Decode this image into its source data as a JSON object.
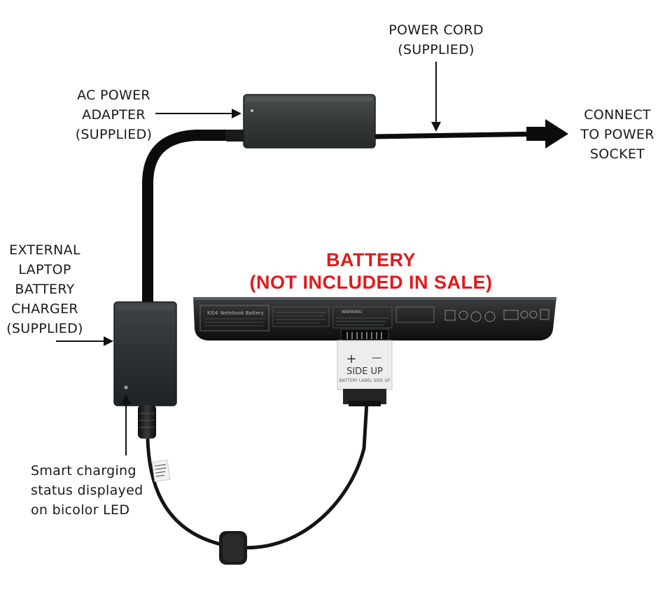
{
  "labels": {
    "power_cord": [
      "POWER CORD",
      "(SUPPLIED)"
    ],
    "ac_adapter": [
      "AC POWER",
      "ADAPTER",
      "(SUPPLIED)"
    ],
    "connect": [
      "CONNECT",
      "TO POWER",
      "SOCKET"
    ],
    "external_charger": [
      "EXTERNAL",
      "LAPTOP",
      "BATTERY",
      "CHARGER",
      "(SUPPLIED)"
    ],
    "battery_title": [
      "BATTERY",
      "(NOT INCLUDED IN SALE)"
    ],
    "smart_charging": [
      "Smart charging",
      "status displayed",
      "on bicolor LED"
    ]
  },
  "battery_label": {
    "model": "KI04",
    "brand": "Notebook Battery",
    "warning": "WARNING"
  },
  "connector": {
    "plus": "+",
    "minus": "—",
    "side_up": "SIDE UP",
    "sub": "BATTERY LABEL SIDE UP"
  },
  "colors": {
    "label_text": "#1a1a1a",
    "highlight_red": "#e3191b",
    "device_body": "#2f3436",
    "cable": "#0c0c0c"
  }
}
